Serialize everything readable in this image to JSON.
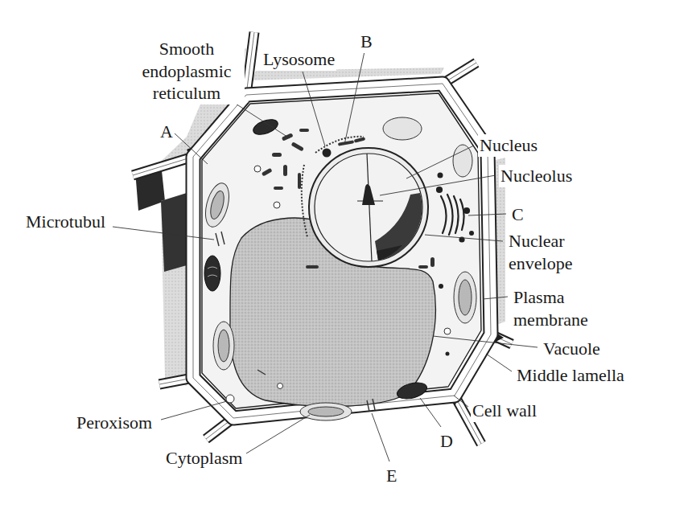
{
  "diagram": {
    "labels": [
      "Smooth endoplasmic reticulum",
      "Lysosome",
      "B",
      "A",
      "Nucleus",
      "Nucleolus",
      "C",
      "Microtubul",
      "Nuclear envelope",
      "Plasma membrane",
      "Vacuole",
      "Middle lamella",
      "Peroxisom",
      "Cell wall",
      "D",
      "Cytoplasm",
      "E"
    ]
  }
}
